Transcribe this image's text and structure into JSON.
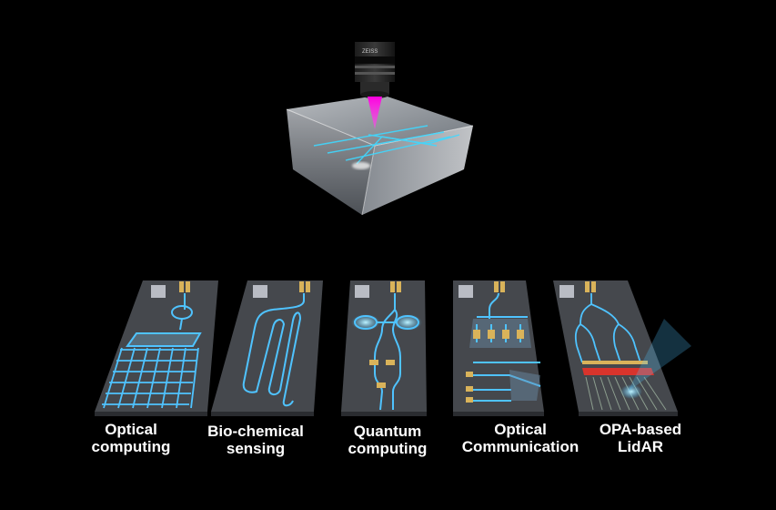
{
  "colors": {
    "background": "#000000",
    "waveguide": "#4fc3ff",
    "laser": "#ff00e0",
    "chip": "#4a4d52",
    "pad": "#d9b35a",
    "lidar_red": "#d8342c"
  },
  "applications": [
    {
      "line1": "Optical",
      "line2": "computing"
    },
    {
      "line1": "Bio-chemical",
      "line2": "sensing"
    },
    {
      "line1": "Quantum",
      "line2": "computing"
    },
    {
      "line1": "Optical",
      "line2": "Communication"
    },
    {
      "line1": "OPA-based",
      "line2": "LidAR"
    }
  ]
}
